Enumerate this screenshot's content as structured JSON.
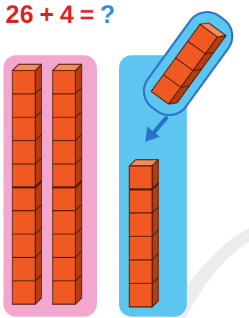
{
  "equation": {
    "a": "26",
    "op": "+",
    "b": "4",
    "eq": "=",
    "q": "?"
  },
  "colors": {
    "equation_number": "#e0201e",
    "question_mark": "#2b8fd6",
    "tens_panel": "#f2a7cf",
    "ones_panel": "#5cc6f0",
    "group_outline": "#2a72c8",
    "cube_face": "#f05a22",
    "cube_side": "#b83c12",
    "cube_top": "#f7895a",
    "cube_outline": "#4a1a08",
    "arrow": "#2a72c8"
  },
  "blocks": {
    "tens_rods": 2,
    "rod_units": 10,
    "ones_stack": 6,
    "moved_units": 4
  },
  "icons": {
    "move_arrow": "arrow-down-left-icon"
  }
}
